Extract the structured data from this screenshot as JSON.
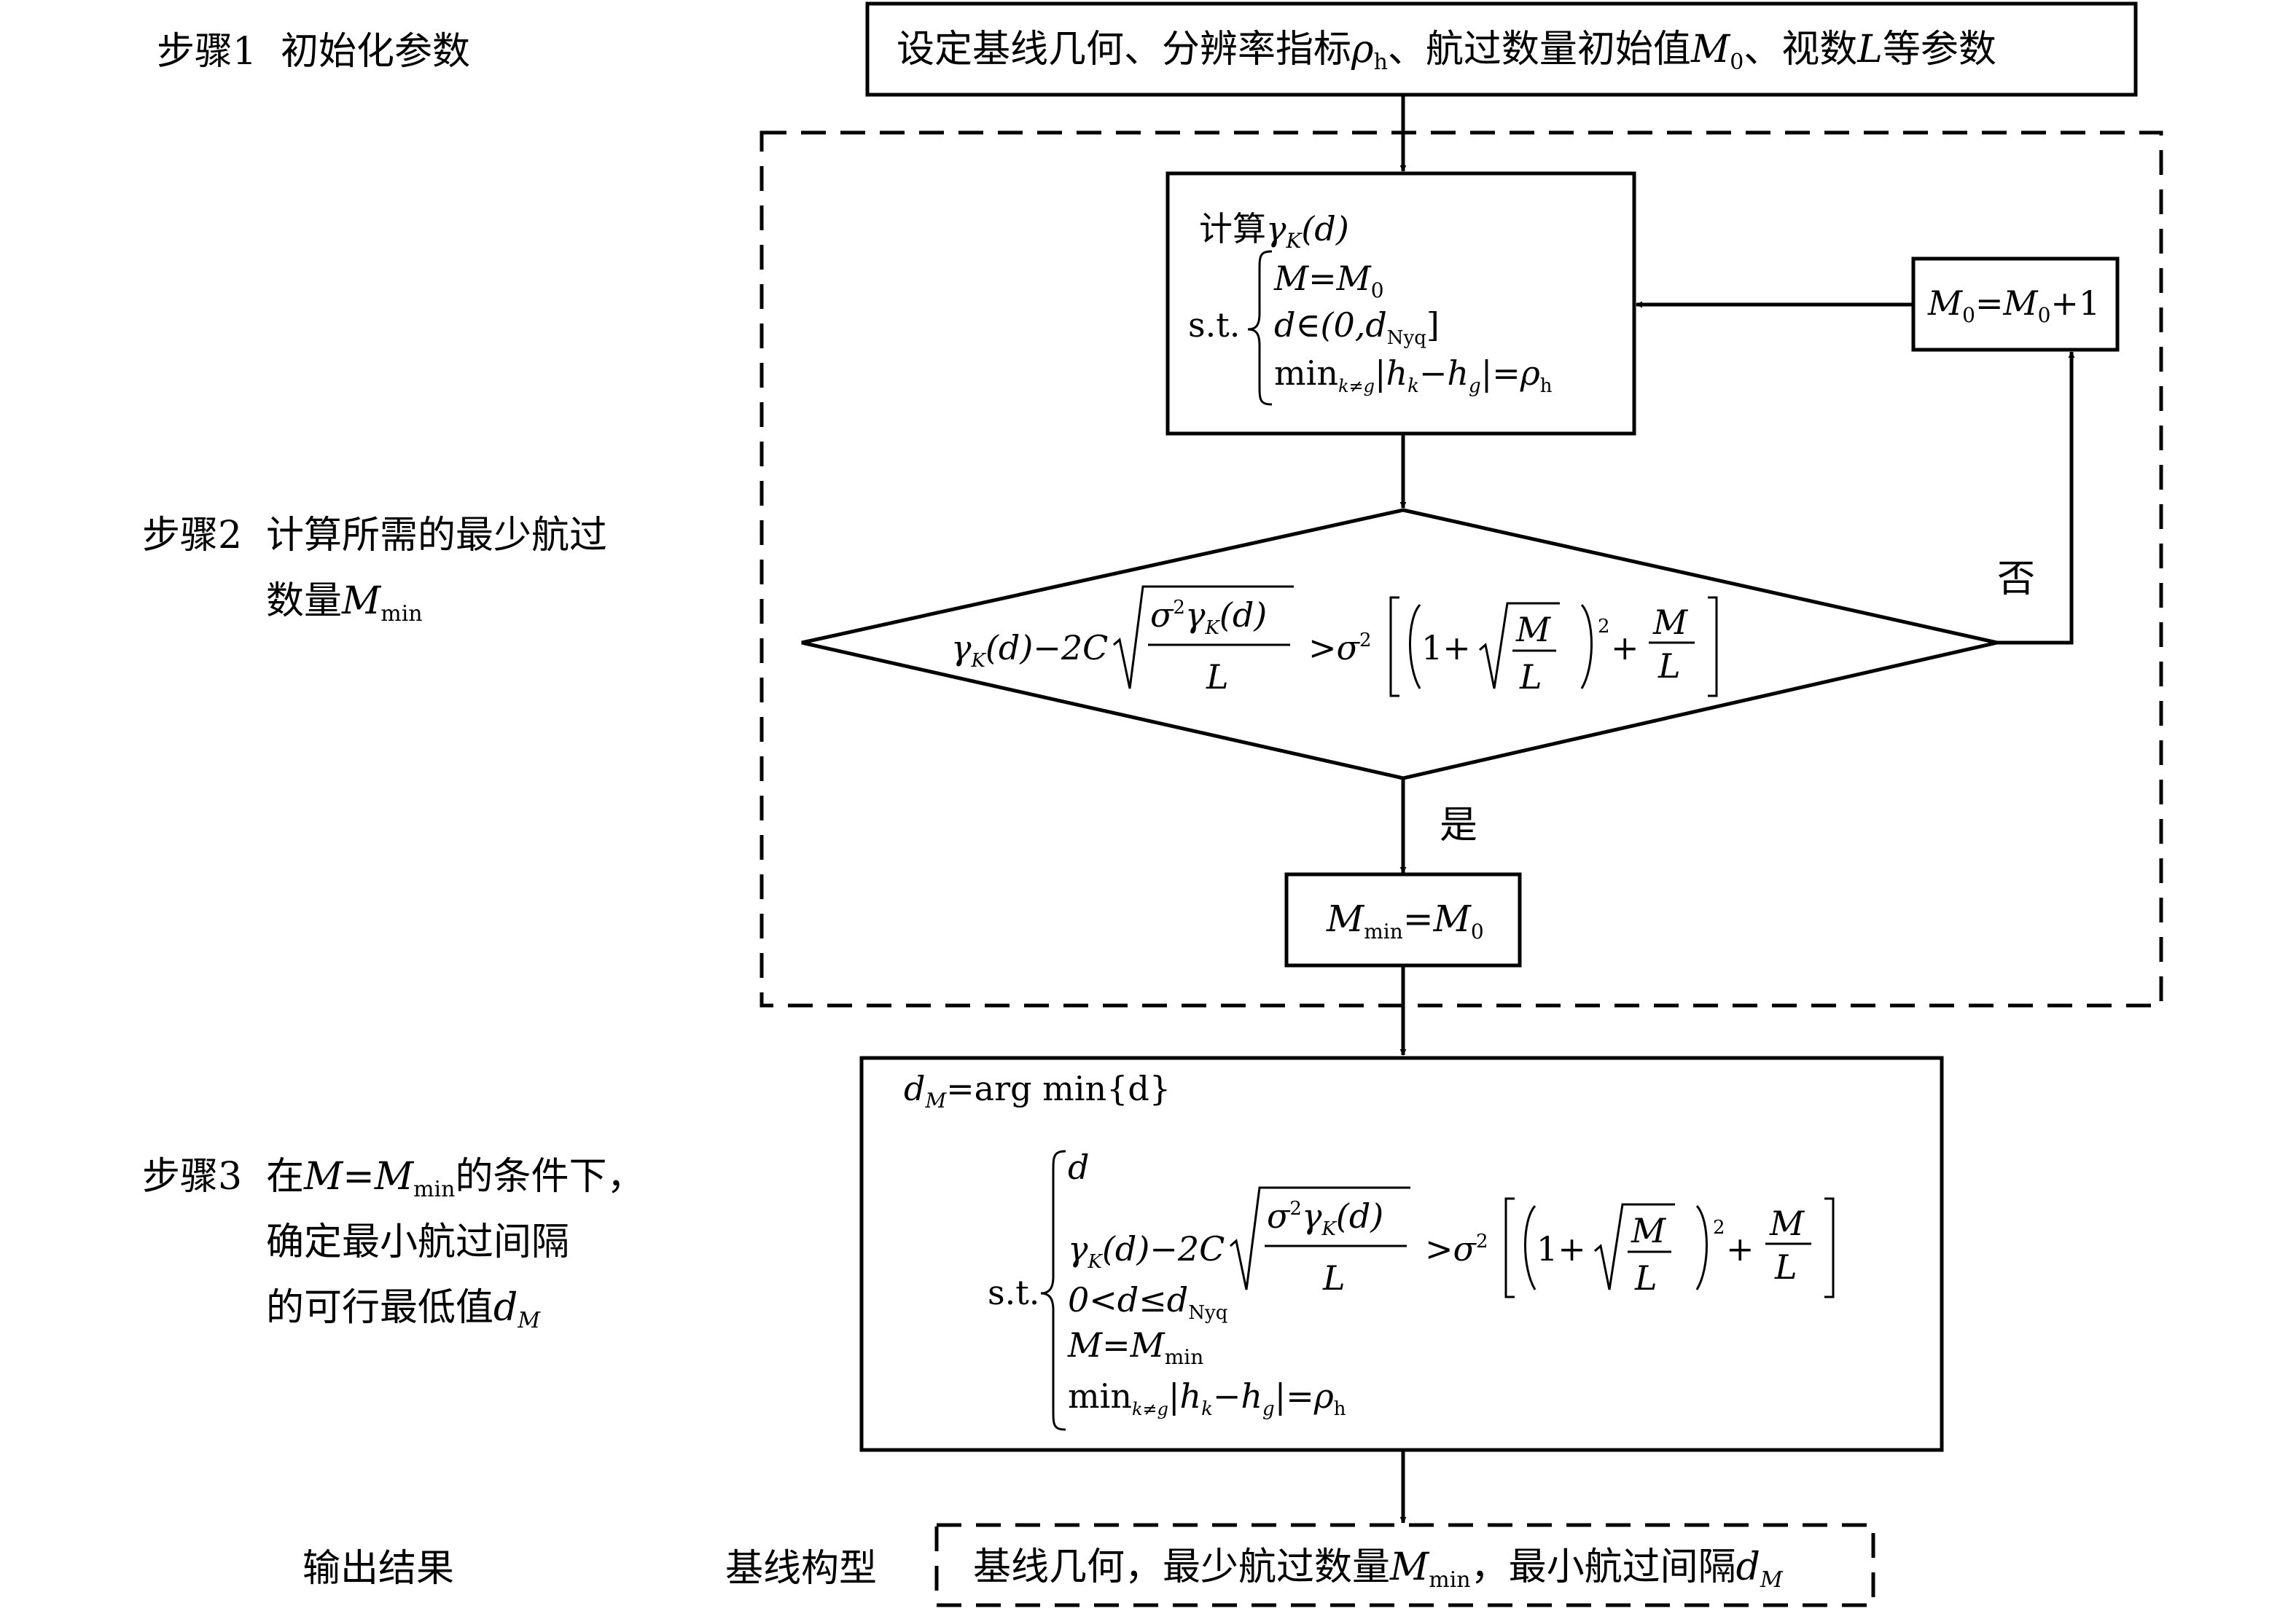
{
  "steps": {
    "step1": {
      "label": "步骤1",
      "title": "初始化参数"
    },
    "step2": {
      "label": "步骤2",
      "title_line1": "计算所需的最少航过",
      "title_line2_prefix": "数量",
      "M": "M",
      "sub_min": "min"
    },
    "step3": {
      "label": "步骤3",
      "line1_prefix": "在",
      "M": "M",
      "eq": "=",
      "sub_min": "min",
      "line1_suffix": "的条件下，",
      "line2": "确定最小航过间隔",
      "line3_prefix": "的可行最低值",
      "d": "d",
      "sub_M": "M"
    },
    "output": {
      "label": "输出结果",
      "config_label": "基线构型"
    }
  },
  "init_box": {
    "t1": "设定基线几何、分辨率指标",
    "rho": "ρ",
    "h": "h",
    "t2": "、航过数量初始值",
    "M": "M",
    "zero": "0",
    "t3": "、视数",
    "L": "L",
    "t4": "等参数"
  },
  "compute_box": {
    "title": "计算",
    "gamma": "γ",
    "K": "K",
    "d_paren": "(d)",
    "st": "s.t.",
    "c1": "M=M",
    "c1_sub": "0",
    "c2": "d∈(0,d",
    "c2_sub": "Nyq",
    "c2_end": "]",
    "c3_min": "min",
    "c3_sub": "k≠g",
    "c3_mid": "|h",
    "c3_k": "k",
    "c3_dash": "−h",
    "c3_g": "g",
    "c3_end": "|=ρ",
    "c3_h": "h"
  },
  "increment_box": {
    "M": "M",
    "sub0": "0",
    "eq": "=M",
    "plus": "+1"
  },
  "condition": {
    "gamma": "γ",
    "K": "K",
    "d_paren": "(d)",
    "minus2C": "−2C",
    "frac_num_sigma": "σ",
    "sq": "2",
    "frac_num_gamma": "γ",
    "frac_den": "L",
    "gt": ">σ",
    "one_plus": "1+",
    "M": "M",
    "L": "L",
    "plus": "+"
  },
  "edges": {
    "no": "否",
    "yes": "是"
  },
  "mmin_box": {
    "M": "M",
    "sub": "min",
    "eq": "=M",
    "sub0": "0"
  },
  "final_box": {
    "d": "d",
    "sub_M": "M",
    "expr": "=arg min{d}",
    "st": "s.t.",
    "c1": "d",
    "c3": "0<d≤d",
    "c3_sub": "Nyq",
    "c4": "M=M",
    "c4_sub": "min",
    "c5_min": "min",
    "c5_sub": "k≠g",
    "c5_mid": "|h",
    "c5_k": "k",
    "c5_dash": "−h",
    "c5_g": "g",
    "c5_end": "|=ρ",
    "c5_h": "h"
  },
  "output_box": {
    "t1": "基线几何，最少航过数量",
    "M": "M",
    "sub_min": "min",
    "t2": "，最小航过间隔",
    "d": "d",
    "sub_M": "M"
  }
}
